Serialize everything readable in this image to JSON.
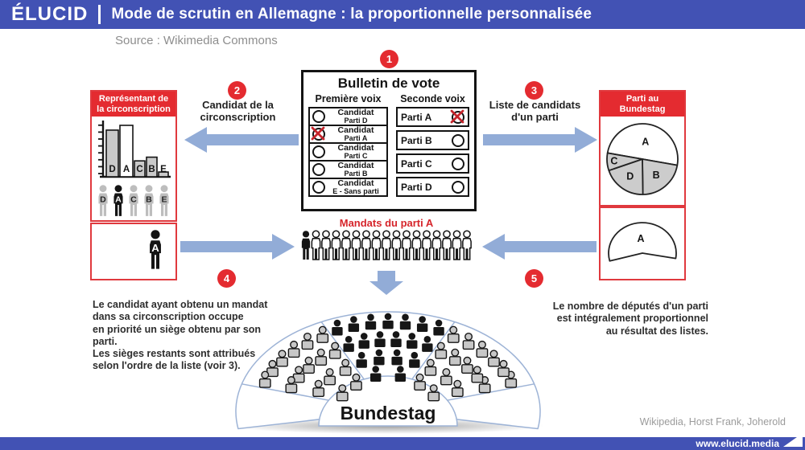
{
  "header": {
    "logo": "ÉLUCID",
    "title": "Mode de scrutin en Allemagne : la proportionnelle personnalisée"
  },
  "source": "Source : Wikimedia Commons",
  "badges": [
    "1",
    "2",
    "3",
    "4",
    "5"
  ],
  "labels": {
    "step2": "Candidat de la\ncirconscription",
    "step3": "Liste de candidats\nd'un parti",
    "mandates": "Mandats du parti A",
    "step4": "Le candidat ayant obtenu un mandat\ndans sa circonscription occupe\nen priorité un siège obtenu par son parti.\nLes sièges restants sont attribués\nselon l'ordre de la liste (voir 3).",
    "step5": "Le nombre de députés d'un parti\nest intégralement proportionnel\nau résultat des listes."
  },
  "ballot": {
    "title": "Bulletin de vote",
    "col1": "Première voix",
    "col2": "Seconde voix",
    "first_rows": [
      {
        "line1": "Candidat",
        "line2": "Parti D",
        "checked": false
      },
      {
        "line1": "Candidat",
        "line2": "Parti A",
        "checked": true
      },
      {
        "line1": "Candidat",
        "line2": "Parti C",
        "checked": false
      },
      {
        "line1": "Candidat",
        "line2": "Parti B",
        "checked": false
      },
      {
        "line1": "Candidat",
        "line2": "E - Sans parti",
        "checked": false
      }
    ],
    "second_rows": [
      {
        "label": "Parti A",
        "checked": true
      },
      {
        "label": "Parti B",
        "checked": false
      },
      {
        "label": "Parti C",
        "checked": false
      },
      {
        "label": "Parti D",
        "checked": false
      }
    ]
  },
  "left_box": {
    "title": "Représentant de\nla circonscription",
    "ticks": 8,
    "bars": [
      {
        "label": "D",
        "value": 0.88,
        "fill": "gray"
      },
      {
        "label": "A",
        "value": 0.97,
        "fill": "white"
      },
      {
        "label": "C",
        "value": 0.3,
        "fill": "gray"
      },
      {
        "label": "B",
        "value": 0.37,
        "fill": "gray"
      },
      {
        "label": "E",
        "value": 0.09,
        "fill": "gray"
      }
    ],
    "persons": [
      {
        "label": "D",
        "variant": "gray"
      },
      {
        "label": "A",
        "variant": "black"
      },
      {
        "label": "C",
        "variant": "gray"
      },
      {
        "label": "B",
        "variant": "gray"
      },
      {
        "label": "E",
        "variant": "gray"
      }
    ],
    "winner_label": "A"
  },
  "right_box": {
    "title": "Parti au\nBundestag",
    "pie": [
      {
        "label": "A",
        "pct": 50,
        "fill": "white"
      },
      {
        "label": "B",
        "pct": 22,
        "fill": "gray"
      },
      {
        "label": "D",
        "pct": 20,
        "fill": "gray"
      },
      {
        "label": "C",
        "pct": 8,
        "fill": "gray"
      }
    ],
    "slice_label": "A"
  },
  "mandates": {
    "count": 17,
    "black_count": 1
  },
  "bundestag": {
    "label": "Bundestag",
    "wedges": [
      {
        "variant": "empty",
        "from": 164,
        "to": 190,
        "rows": []
      },
      {
        "variant": "gray",
        "from": 116,
        "to": 164,
        "rows": [
          [
            0.86,
            6
          ],
          [
            0.68,
            5
          ],
          [
            0.5,
            3
          ],
          [
            0.34,
            2
          ]
        ]
      },
      {
        "variant": "black",
        "from": 64,
        "to": 116,
        "rows": [
          [
            0.88,
            7
          ],
          [
            0.7,
            6
          ],
          [
            0.52,
            4
          ],
          [
            0.36,
            2
          ]
        ]
      },
      {
        "variant": "gray",
        "from": 16,
        "to": 64,
        "rows": [
          [
            0.86,
            6
          ],
          [
            0.68,
            5
          ],
          [
            0.5,
            3
          ],
          [
            0.34,
            2
          ]
        ]
      },
      {
        "variant": "empty",
        "from": -10,
        "to": 16,
        "rows": []
      }
    ]
  },
  "footer": {
    "credit": "Wikipedia, Horst Frank, Joherold",
    "url": "www.elucid.media"
  },
  "colors": {
    "brand_blue": "#4252b4",
    "arrow_blue": "#92acd7",
    "red": "#e42b30",
    "red_border": "#e0393e",
    "gray_fill": "#c7c7c7",
    "dark": "#141414",
    "hemicycle_stroke": "#9db3d6",
    "credit_gray": "#9b9b9b"
  },
  "chart_data": [
    {
      "type": "bar",
      "title": "Représentant de la circonscription (première voix)",
      "categories": [
        "D",
        "A",
        "C",
        "B",
        "E"
      ],
      "values": [
        0.88,
        0.97,
        0.3,
        0.37,
        0.09
      ],
      "xlabel": "",
      "ylabel": "",
      "ylim": [
        0,
        1
      ],
      "note": "relative bar heights; winner A shown in white"
    },
    {
      "type": "pie",
      "title": "Parti au Bundestag (seconde voix)",
      "categories": [
        "A",
        "B",
        "D",
        "C"
      ],
      "values": [
        50,
        22,
        20,
        8
      ]
    }
  ]
}
